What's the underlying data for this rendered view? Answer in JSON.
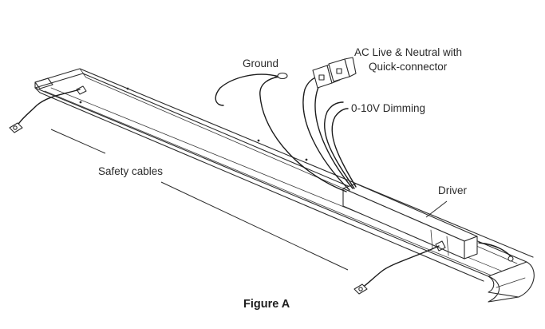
{
  "labels": {
    "ground": "Ground",
    "ac_line1": "AC Live & Neutral with",
    "ac_line2": "Quick-connector",
    "dimming": "0-10V Dimming",
    "safety_cables": "Safety cables",
    "driver": "Driver"
  },
  "caption": "Figure A"
}
